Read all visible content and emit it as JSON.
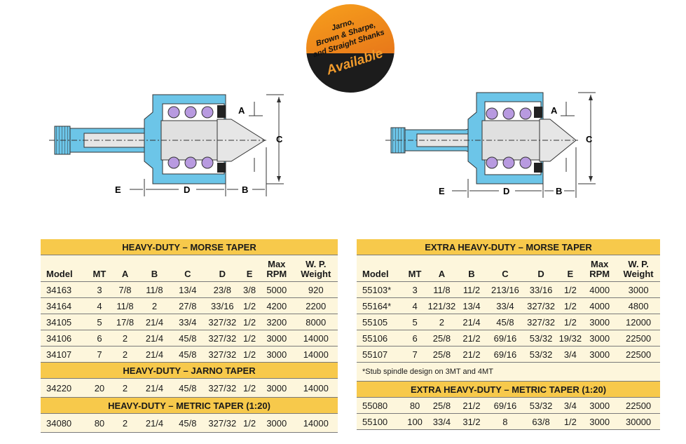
{
  "badge": {
    "lines": [
      "Jarno,",
      "Brown & Sharpe,",
      "and Straight Shanks"
    ],
    "available": "Available"
  },
  "dimension_labels": [
    "A",
    "B",
    "C",
    "D",
    "E"
  ],
  "colors": {
    "header_band": "#f7c94b",
    "table_bg": "#fdf6dc",
    "housing_blue": "#6cc5e8",
    "bearing_purple": "#b89ae0",
    "badge_orange": "#f19b2c"
  },
  "columns": [
    "Model",
    "MT",
    "A",
    "B",
    "C",
    "D",
    "E",
    "Max RPM",
    "W. P. Weight"
  ],
  "left_table": {
    "sections": [
      {
        "title": "HEAVY-DUTY – MORSE TAPER",
        "rows": [
          [
            "34163",
            "3",
            "7/8",
            "11/8",
            "13/4",
            "23/8",
            "3/8",
            "5000",
            "920"
          ],
          [
            "34164",
            "4",
            "11/8",
            "2",
            "27/8",
            "33/16",
            "1/2",
            "4200",
            "2200"
          ],
          [
            "34105",
            "5",
            "17/8",
            "21/4",
            "33/4",
            "327/32",
            "1/2",
            "3200",
            "8000"
          ],
          [
            "34106",
            "6",
            "2",
            "21/4",
            "45/8",
            "327/32",
            "1/2",
            "3000",
            "14000"
          ],
          [
            "34107",
            "7",
            "2",
            "21/4",
            "45/8",
            "327/32",
            "1/2",
            "3000",
            "14000"
          ]
        ]
      },
      {
        "title": "HEAVY-DUTY – JARNO TAPER",
        "rows": [
          [
            "34220",
            "20",
            "2",
            "21/4",
            "45/8",
            "327/32",
            "1/2",
            "3000",
            "14000"
          ]
        ]
      },
      {
        "title": "HEAVY-DUTY – METRIC TAPER (1:20)",
        "rows": [
          [
            "34080",
            "80",
            "2",
            "21/4",
            "45/8",
            "327/32",
            "1/2",
            "3000",
            "14000"
          ]
        ]
      }
    ]
  },
  "right_table": {
    "sections": [
      {
        "title": "EXTRA HEAVY-DUTY – MORSE TAPER",
        "rows": [
          [
            "55103*",
            "3",
            "11/8",
            "11/2",
            "213/16",
            "33/16",
            "1/2",
            "4000",
            "3000"
          ],
          [
            "55164*",
            "4",
            "121/32",
            "13/4",
            "33/4",
            "327/32",
            "1/2",
            "4000",
            "4800"
          ],
          [
            "55105",
            "5",
            "2",
            "21/4",
            "45/8",
            "327/32",
            "1/2",
            "3000",
            "12000"
          ],
          [
            "55106",
            "6",
            "25/8",
            "21/2",
            "69/16",
            "53/32",
            "19/32",
            "3000",
            "22500"
          ],
          [
            "55107",
            "7",
            "25/8",
            "21/2",
            "69/16",
            "53/32",
            "3/4",
            "3000",
            "22500"
          ]
        ]
      },
      {
        "title": "EXTRA HEAVY-DUTY – METRIC TAPER (1:20)",
        "rows": [
          [
            "55080",
            "80",
            "25/8",
            "21/2",
            "69/16",
            "53/32",
            "3/4",
            "3000",
            "22500"
          ],
          [
            "55100",
            "100",
            "33/4",
            "31/2",
            "8",
            "63/8",
            "1/2",
            "3000",
            "30000"
          ]
        ]
      }
    ],
    "note": "*Stub spindle design on 3MT and 4MT"
  }
}
